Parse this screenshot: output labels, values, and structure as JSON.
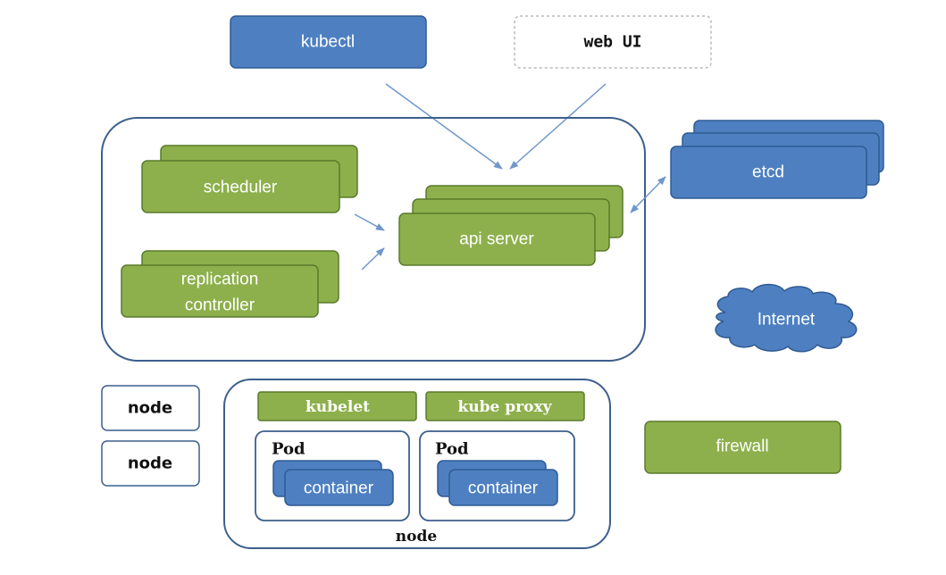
{
  "clients": {
    "kubectl": "kubectl",
    "web_ui": "web UI"
  },
  "master": {
    "scheduler": "scheduler",
    "replication_controller_line1": "replication",
    "replication_controller_line2": "controller",
    "api_server": "api server"
  },
  "etcd": "etcd",
  "internet": "Internet",
  "firewall": "firewall",
  "nodes": {
    "node_small_1": "node",
    "node_small_2": "node",
    "node_main_label": "node",
    "kubelet": "kubelet",
    "kube_proxy": "kube proxy",
    "pods": [
      {
        "label": "Pod",
        "container": "container"
      },
      {
        "label": "Pod",
        "container": "container"
      }
    ]
  },
  "colors": {
    "green": "#8db04c",
    "blue": "#4e80c1",
    "outline": "#3c5f8c"
  }
}
